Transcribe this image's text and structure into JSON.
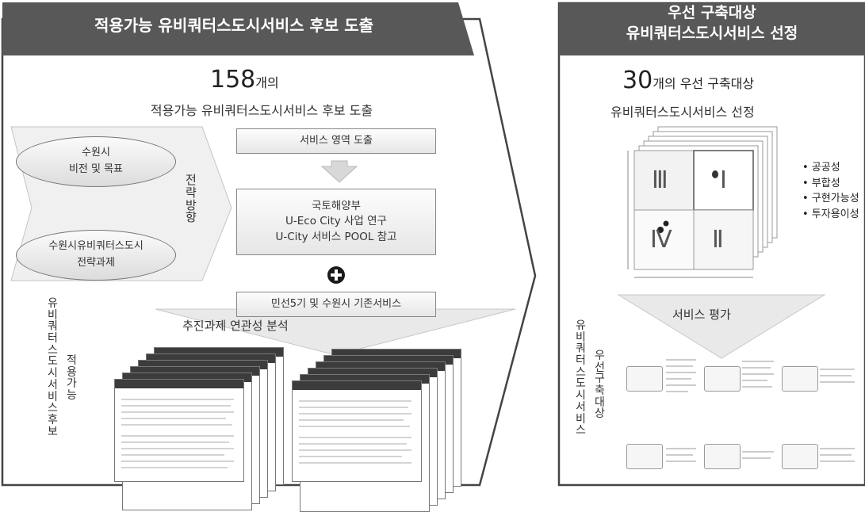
{
  "left": {
    "banner": "적용가능 유비쿼터스도시서비스 후보 도출",
    "count_number": "158",
    "count_suffix": "개의",
    "subtitle": "적용가능 유비쿼터스도시서비스  후보 도출",
    "ellipse1": [
      "수원시",
      "비전 및 목표"
    ],
    "ellipse2": [
      "수원시유비쿼터스도시",
      "전략과제"
    ],
    "strategy_chars": [
      "전",
      "략",
      "방",
      "향"
    ],
    "box_service_area": "서비스 영역 도출",
    "box_ministry": [
      "국토해양부",
      "U-Eco City 사업 연구",
      "U-City 서비스 POOL 참고"
    ],
    "box_existing": "민선5기 및 수원시 기존서비스",
    "analysis_label": "추진과제 연관성 분석",
    "side_label_chars": [
      "유",
      "비",
      "쿼",
      "터",
      "스",
      "도",
      "시",
      "서",
      "비",
      "스",
      "후",
      "보"
    ],
    "side_label2_chars": [
      "적",
      "용",
      "가",
      "능"
    ]
  },
  "right": {
    "banner_line1": "우선 구축대상",
    "banner_line2": "유비쿼터스도시서비스 선정",
    "count_number": "30",
    "count_suffix": "개의 우선  구축대상",
    "subtitle": "유비쿼터스도시서비스  선정",
    "criteria": [
      "• 공공성",
      "• 부합성",
      "• 구현가능성",
      "• 투자용이성"
    ],
    "matrix_roman": [
      "Ⅲ",
      "Ⅰ",
      "Ⅳ",
      "Ⅱ"
    ],
    "evaluation_label": "서비스 평가",
    "side_label_chars": [
      "유",
      "비",
      "쿼",
      "터",
      "스",
      "도",
      "시",
      "서",
      "비",
      "스"
    ],
    "side_label2_chars": [
      "우",
      "선",
      "구",
      "축",
      "대",
      "상"
    ]
  }
}
